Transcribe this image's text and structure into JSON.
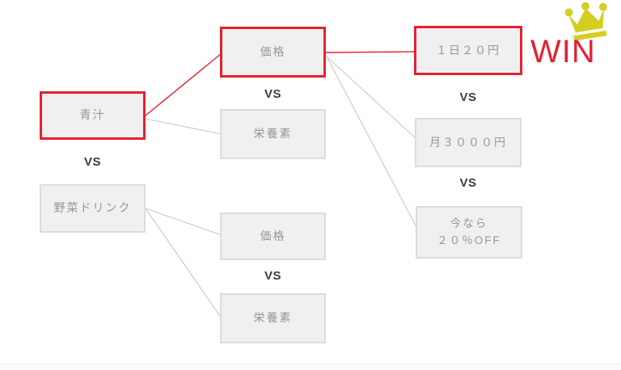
{
  "diagram": {
    "win_label": "WIN",
    "vs_label": "VS",
    "nodes": {
      "aojiru": {
        "label": "青汁"
      },
      "yasai_drink": {
        "label": "野菜ドリンク"
      },
      "kakaku_top": {
        "label": "価格"
      },
      "eiyoso_top": {
        "label": "栄養素"
      },
      "kakaku_bottom": {
        "label": "価格"
      },
      "eiyoso_bottom": {
        "label": "栄養素"
      },
      "price_per_day": {
        "label": "１日２０円"
      },
      "price_per_month": {
        "label": "月３０００円"
      },
      "discount": {
        "line1": "今なら",
        "line2": "２０％OFF"
      }
    },
    "icons": {
      "winner": "crown-icon"
    }
  },
  "colors": {
    "red": "#e32230",
    "box_fill": "#f1f0f0",
    "box_border": "#dcdcdc",
    "box_text": "#969696",
    "vs_text": "#3d3d3d",
    "line_gray": "#c8c8c8",
    "crown_yellow": "#d4ce21",
    "footer_line": "#ececec"
  }
}
